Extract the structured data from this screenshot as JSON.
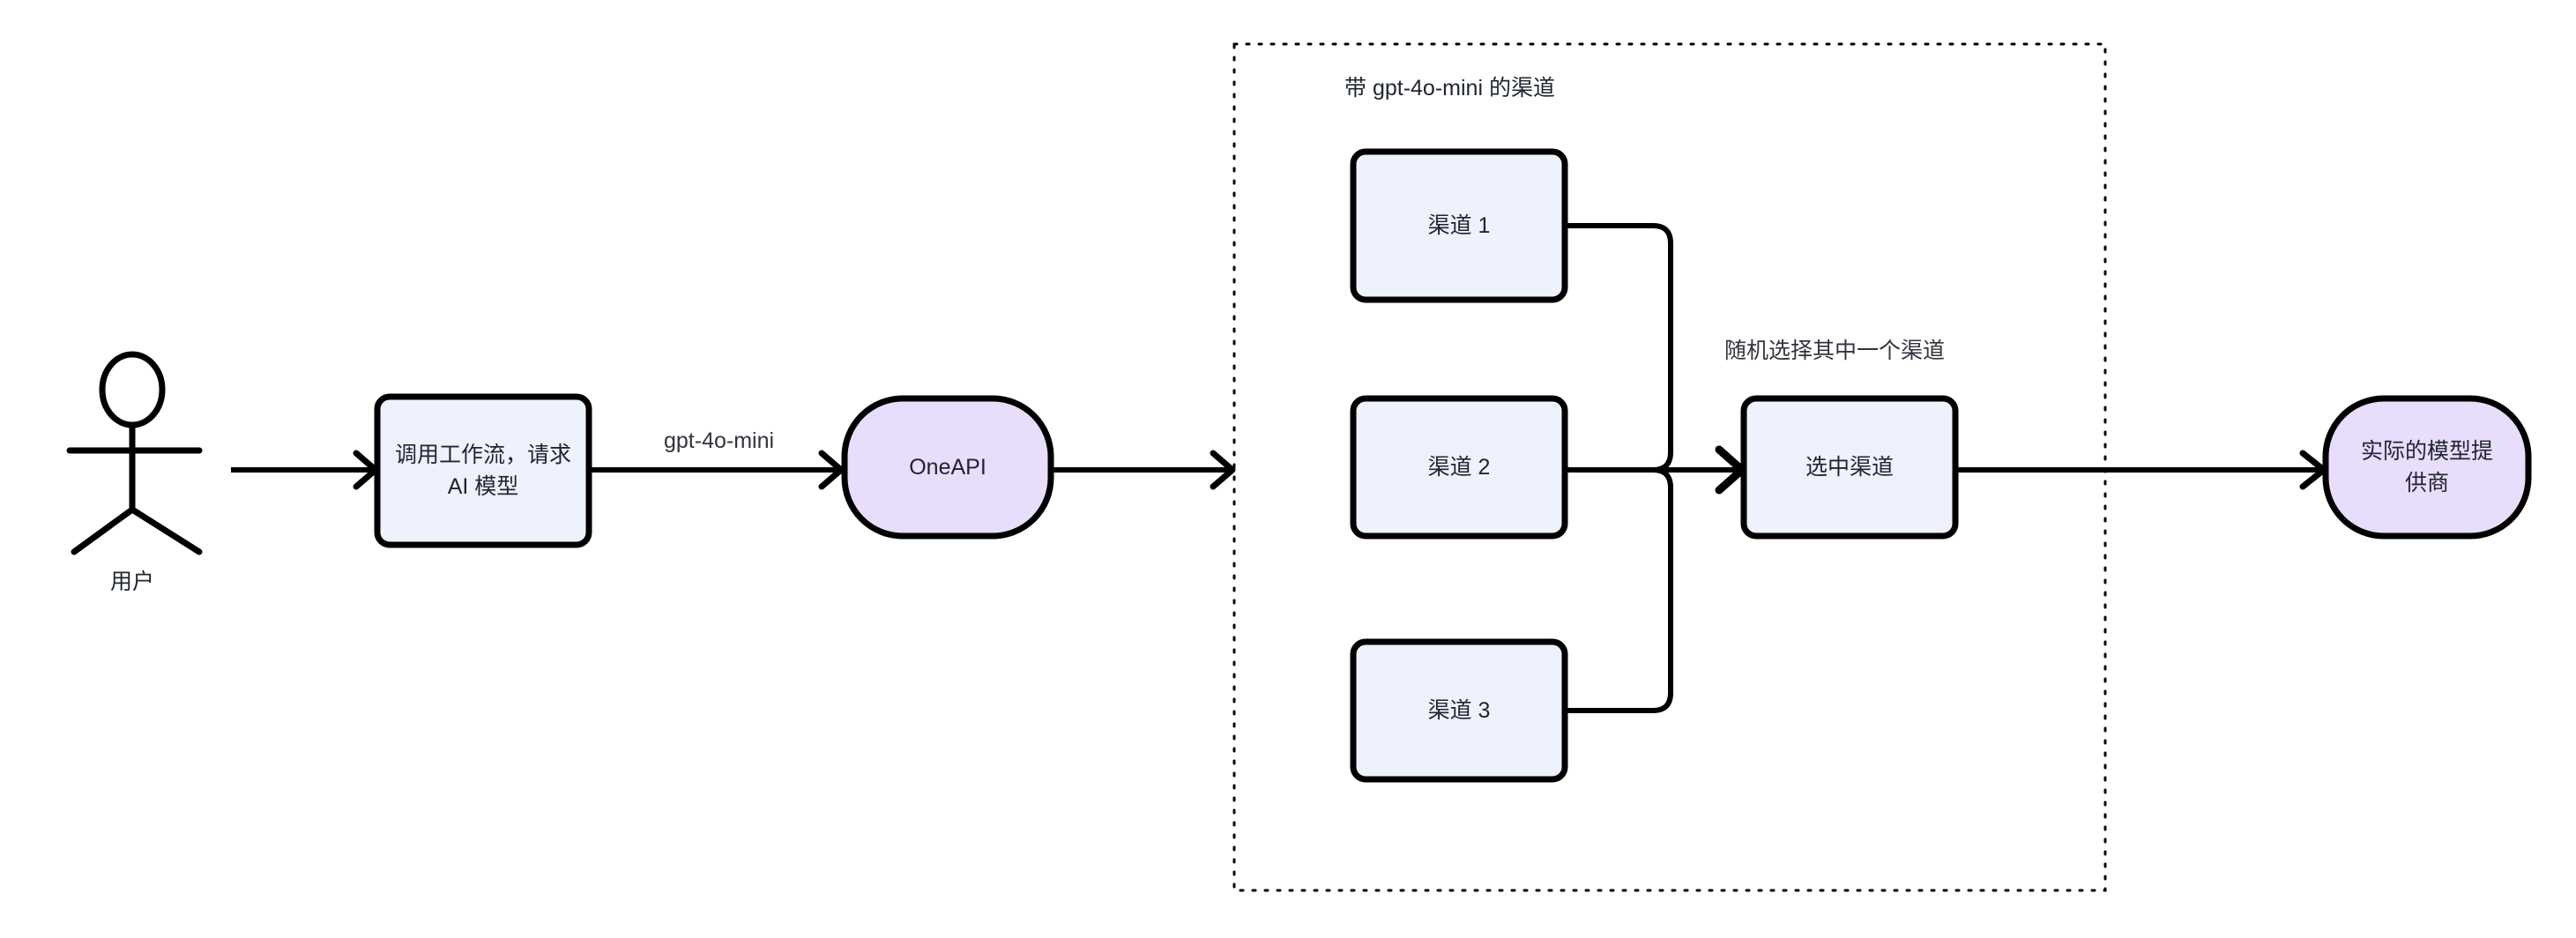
{
  "diagram": {
    "title_visible": false,
    "background_color": "#ffffff",
    "stroke_color": "#000000",
    "text_color": "#1f2430",
    "process_fill": "#edf2fc",
    "terminator_fill": "#e8ddfb",
    "group_border_color": "#000000"
  },
  "actor": {
    "name": "user-actor",
    "label": "用户"
  },
  "nodes": {
    "workflow_call": {
      "label": "调用工作流，请求\nAI 模型",
      "shape": "rounded-rect",
      "fill": "#edf2fc"
    },
    "oneapi": {
      "label": "OneAPI",
      "shape": "stadium",
      "fill": "#e8ddfb"
    },
    "channel_1": {
      "label": "渠道 1",
      "shape": "rounded-rect",
      "fill": "#edf2fc"
    },
    "channel_2": {
      "label": "渠道 2",
      "shape": "rounded-rect",
      "fill": "#edf2fc"
    },
    "channel_3": {
      "label": "渠道 3",
      "shape": "rounded-rect",
      "fill": "#edf2fc"
    },
    "selected_channel": {
      "label": "选中渠道",
      "shape": "rounded-rect",
      "fill": "#edf2fc"
    },
    "real_provider": {
      "label": "实际的模型提\n供商",
      "shape": "stadium",
      "fill": "#e8ddfb"
    }
  },
  "group": {
    "label": "带 gpt-4o-mini 的渠道",
    "border_style": "dotted"
  },
  "edges": [
    {
      "id": "user-to-workflow",
      "label": ""
    },
    {
      "id": "workflow-to-oneapi",
      "label": "gpt-4o-mini"
    },
    {
      "id": "oneapi-to-group",
      "label": ""
    },
    {
      "id": "channel1-to-merge",
      "label": ""
    },
    {
      "id": "channel2-to-merge",
      "label": ""
    },
    {
      "id": "channel3-to-merge",
      "label": ""
    },
    {
      "id": "merge-to-selected",
      "label": "随机选择其中一个渠道"
    },
    {
      "id": "selected-to-provider",
      "label": ""
    }
  ],
  "edge_labels": {
    "model_name": "gpt-4o-mini",
    "random_pick": "随机选择其中一个渠道"
  }
}
